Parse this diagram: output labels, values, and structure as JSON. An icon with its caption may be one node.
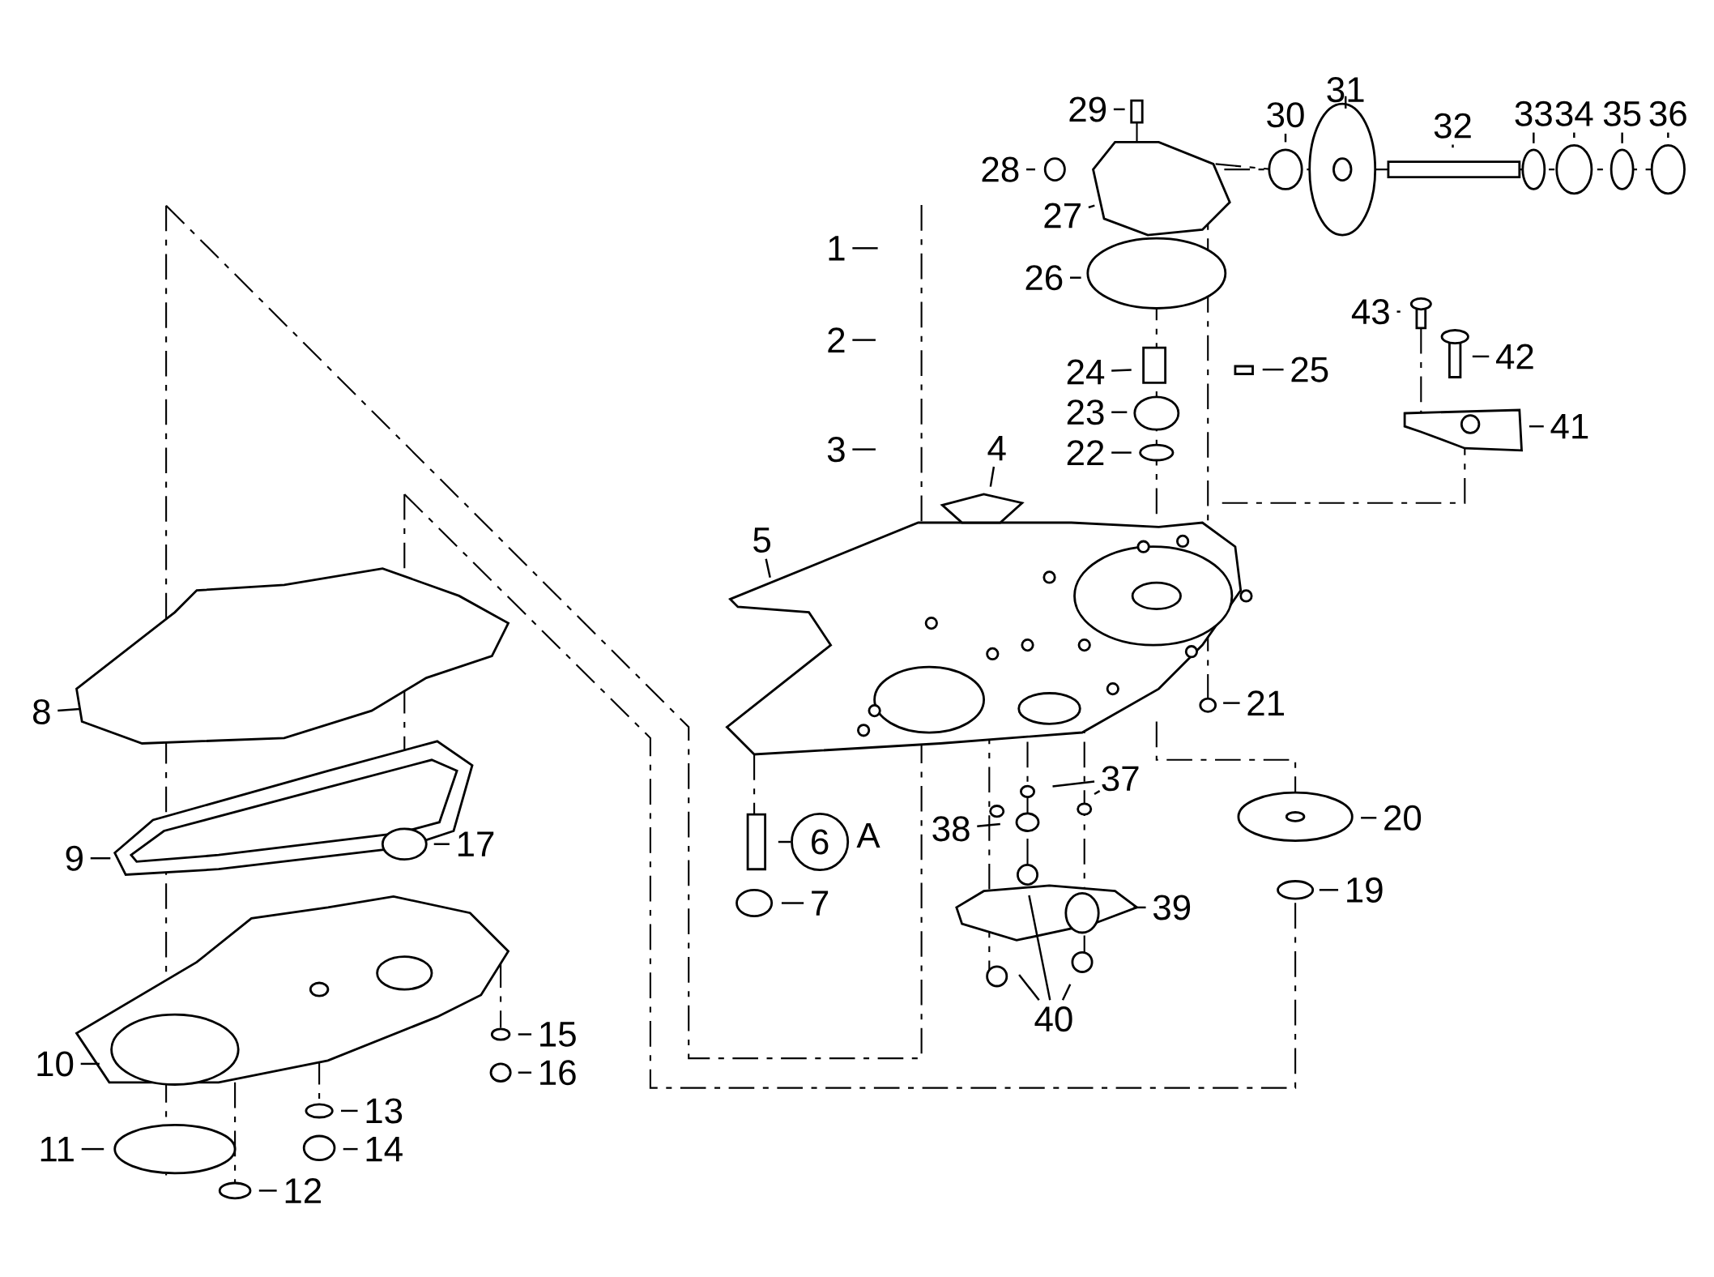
{
  "diagram": {
    "nodes": [
      {
        "text": [
          "1"
        ]
      },
      {
        "text": [
          "2"
        ]
      },
      {
        "text": [
          "3"
        ]
      },
      {
        "text": [
          "4"
        ]
      },
      {
        "text": [
          "5"
        ]
      },
      {
        "text": [
          "6"
        ],
        "beside": [
          "A"
        ]
      },
      {
        "text": [
          "7"
        ]
      },
      {
        "text": [
          "8"
        ]
      },
      {
        "text": [
          "9"
        ]
      },
      {
        "text": [
          "10"
        ]
      },
      {
        "text": [
          "11"
        ]
      },
      {
        "text": [
          "12"
        ]
      },
      {
        "text": [
          "13"
        ]
      },
      {
        "text": [
          "14"
        ]
      },
      {
        "text": [
          "15"
        ]
      },
      {
        "text": [
          "16"
        ]
      },
      {
        "text": [
          "17"
        ]
      },
      {
        "text": [
          "19"
        ]
      },
      {
        "text": [
          "20"
        ]
      },
      {
        "text": [
          "21"
        ]
      },
      {
        "text": [
          "22"
        ]
      },
      {
        "text": [
          "23"
        ]
      },
      {
        "text": [
          "24"
        ]
      },
      {
        "text": [
          "25"
        ]
      },
      {
        "text": [
          "26"
        ]
      },
      {
        "text": [
          "27"
        ]
      },
      {
        "text": [
          "28"
        ]
      },
      {
        "text": [
          "29"
        ]
      },
      {
        "text": [
          "30"
        ]
      },
      {
        "text": [
          "31"
        ]
      },
      {
        "text": [
          "32"
        ]
      },
      {
        "text": [
          "33"
        ]
      },
      {
        "text": [
          "34"
        ]
      },
      {
        "text": [
          "35"
        ]
      },
      {
        "text": [
          "36"
        ]
      },
      {
        "text": [
          "37"
        ]
      },
      {
        "text": [
          "38"
        ]
      },
      {
        "text": [
          "39"
        ]
      },
      {
        "text": [
          "40"
        ]
      },
      {
        "text": [
          "41"
        ]
      },
      {
        "text": [
          "42"
        ]
      },
      {
        "text": [
          "43"
        ]
      }
    ],
    "edges": [
      {
        "from": 0,
        "to": null,
        "arrow": "none"
      },
      {
        "from": 1,
        "to": null,
        "arrow": "none"
      },
      {
        "from": 2,
        "to": null,
        "arrow": "none"
      },
      {
        "from": 3,
        "to": null,
        "arrow": "none"
      },
      {
        "from": 4,
        "to": null,
        "arrow": "none"
      },
      {
        "from": 5,
        "to": null,
        "arrow": "none"
      },
      {
        "from": 6,
        "to": null,
        "arrow": "none"
      },
      {
        "from": 7,
        "to": null,
        "arrow": "none"
      },
      {
        "from": 8,
        "to": null,
        "arrow": "none"
      },
      {
        "from": 9,
        "to": null,
        "arrow": "none"
      },
      {
        "from": 10,
        "to": null,
        "arrow": "none"
      },
      {
        "from": 11,
        "to": null,
        "arrow": "none"
      },
      {
        "from": 12,
        "to": null,
        "arrow": "none"
      },
      {
        "from": 13,
        "to": null,
        "arrow": "none"
      },
      {
        "from": 14,
        "to": null,
        "arrow": "none"
      },
      {
        "from": 15,
        "to": null,
        "arrow": "none"
      },
      {
        "from": 16,
        "to": null,
        "arrow": "none"
      },
      {
        "from": 17,
        "to": null,
        "arrow": "none"
      },
      {
        "from": 18,
        "to": null,
        "arrow": "none"
      },
      {
        "from": 19,
        "to": null,
        "arrow": "none"
      },
      {
        "from": 20,
        "to": null,
        "arrow": "none"
      },
      {
        "from": 21,
        "to": null,
        "arrow": "none"
      },
      {
        "from": 22,
        "to": null,
        "arrow": "none"
      },
      {
        "from": 23,
        "to": null,
        "arrow": "none"
      },
      {
        "from": 24,
        "to": null,
        "arrow": "none"
      },
      {
        "from": 25,
        "to": null,
        "arrow": "none"
      },
      {
        "from": 26,
        "to": null,
        "arrow": "none"
      },
      {
        "from": 27,
        "to": null,
        "arrow": "none"
      },
      {
        "from": 28,
        "to": null,
        "arrow": "none"
      },
      {
        "from": 29,
        "to": null,
        "arrow": "none"
      },
      {
        "from": 30,
        "to": null,
        "arrow": "none"
      },
      {
        "from": 31,
        "to": null,
        "arrow": "none"
      },
      {
        "from": 32,
        "to": null,
        "arrow": "none"
      },
      {
        "from": 33,
        "to": null,
        "arrow": "none"
      },
      {
        "from": 34,
        "to": null,
        "arrow": "none"
      },
      {
        "from": 35,
        "to": null,
        "arrow": "none"
      },
      {
        "from": 35,
        "to": null,
        "arrow": "none"
      },
      {
        "from": 36,
        "to": null,
        "arrow": "none"
      },
      {
        "from": 37,
        "to": null,
        "arrow": "none"
      },
      {
        "from": 38,
        "to": null,
        "arrow": "none"
      },
      {
        "from": 38,
        "to": null,
        "arrow": "none"
      },
      {
        "from": 38,
        "to": null,
        "arrow": "none"
      },
      {
        "from": 39,
        "to": null,
        "arrow": "none"
      },
      {
        "from": 40,
        "to": null,
        "arrow": "none"
      },
      {
        "from": 41,
        "to": null,
        "arrow": "none"
      }
    ]
  }
}
